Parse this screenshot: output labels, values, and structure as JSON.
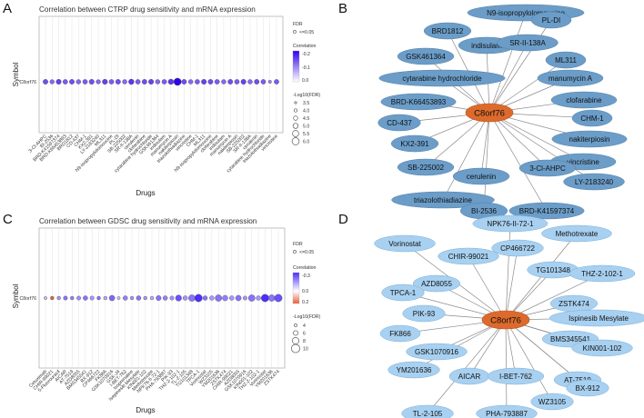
{
  "panels": {
    "A": {
      "label": "A",
      "title": "Correlation between CTRP drug sensitivity and mRNA expression",
      "xlabel": "Drugs",
      "ylabel": "Symbol",
      "symbol": "C8orf76",
      "legend": {
        "fdr_title": "FDR",
        "fdr_item": "<=0.05",
        "corr_title": "Correlation",
        "corr_ticks": [
          "-0.2",
          "-0.1",
          "0.0"
        ],
        "size_title": "-Log10(FDR)",
        "size_items": [
          "3.5",
          "4.0",
          "4.5",
          "5.0",
          "5.5",
          "6.0"
        ]
      },
      "colors": {
        "low": "#ffffff",
        "high": "#3300ee",
        "edge": "#555555"
      }
    },
    "B": {
      "label": "B",
      "hub": "C8orf76",
      "hub_color": "#dd6a2c",
      "node_color": "#6b9dc8"
    },
    "C": {
      "label": "C",
      "title": "Correlation between GDSC drug sensitivity and mRNA expression",
      "xlabel": "Drugs",
      "ylabel": "Symbol",
      "symbol": "C8orf76",
      "legend": {
        "fdr_title": "FDR",
        "fdr_item": "<=0.05",
        "corr_title": "Correlation",
        "corr_ticks": [
          "-0.3",
          "0.0",
          "0.2"
        ],
        "size_title": "-Log10(FDR)",
        "size_items": [
          "4",
          "6",
          "8",
          "10"
        ]
      },
      "colors": {
        "neg": "#4a2dff",
        "mid": "#ffffff",
        "pos": "#e8603a",
        "edge": "#555555"
      }
    },
    "D": {
      "label": "D",
      "hub": "C8orf76",
      "hub_color": "#dd6a2c",
      "node_color": "#a8d0f0"
    }
  },
  "chart_data": [
    {
      "type": "scatter",
      "panel": "A",
      "title": "Correlation between CTRP drug sensitivity and mRNA expression",
      "xlabel": "Drugs",
      "ylabel": "Symbol",
      "categories": [
        "3-Cl-AHPC",
        "BI-2536",
        "BRD-K41597374",
        "BRD-K66453893",
        "BRD1812",
        "CD-437",
        "CHM-1",
        "KX2-391",
        "LY-2183240",
        "ML311",
        "N9-isopropylolomoucine",
        "PL-DI",
        "SB-225002",
        "SR-II-138A",
        "cerulenin",
        "clofarabine",
        "cytarabine hydrochloride",
        "GSK461364",
        "indisulam",
        "manumycin A",
        "nakiterpiosin",
        "triazolothiadiazine",
        "vincristine",
        "CHM-1",
        "ML311",
        "N9-isopropylolomoucine",
        "clofarabine",
        "indisulam",
        "manumycin A",
        "nakiterpiosin",
        "SB-225002",
        "SR-II-138A",
        "cerulenin",
        "cytarabine hydrochloride",
        "triazolothiadiazine",
        "vincristine"
      ],
      "series": [
        {
          "correlation": [
            -0.14,
            -0.12,
            -0.15,
            -0.13,
            -0.14,
            -0.12,
            -0.13,
            -0.14,
            -0.12,
            -0.15,
            -0.13,
            -0.14,
            -0.12,
            -0.16,
            -0.13,
            -0.14,
            -0.15,
            -0.12,
            -0.13,
            -0.16,
            -0.2,
            -0.14,
            -0.12,
            -0.13,
            -0.15,
            -0.14,
            -0.13,
            -0.12,
            -0.14,
            -0.13,
            -0.15,
            -0.12,
            -0.14,
            -0.13,
            -0.1,
            -0.13
          ],
          "neg_log10_fdr": [
            4.5,
            4.2,
            4.6,
            4.4,
            4.5,
            4.3,
            4.4,
            4.6,
            4.2,
            4.7,
            4.4,
            4.5,
            4.3,
            4.8,
            4.4,
            4.5,
            4.6,
            4.3,
            4.4,
            4.8,
            6.0,
            4.5,
            4.3,
            4.4,
            4.6,
            4.5,
            4.4,
            4.3,
            4.5,
            4.4,
            4.6,
            4.3,
            4.5,
            4.4,
            3.5,
            4.4
          ]
        }
      ],
      "ylim_corr": [
        -0.2,
        0.0
      ]
    },
    {
      "type": "scatter",
      "panel": "C",
      "title": "Correlation between GDSC drug sensitivity and mRNA expression",
      "xlabel": "Drugs",
      "ylabel": "Symbol",
      "categories": [
        "Cetuximab",
        "CHIR-99021",
        "5-Fluorouracil",
        "AICAR",
        "AT-7519",
        "AZD8055",
        "BMS345541",
        "BX-912",
        "CP466722",
        "FK866",
        "GSK1070916",
        "GSK-J4",
        "I-BET-762",
        "Isoprenaline",
        "Isepinesib Mesylate",
        "KIN001-102",
        "Methotrexate",
        "NPK76-II-72-1",
        "PHA-793887",
        "PIK-93",
        "THZ-2-102-1",
        "TL-2-105",
        "TG101348",
        "TPCA-1",
        "Vorinostat",
        "WZ3105",
        "YM201636",
        "ZSTK474",
        "CHIR-99021",
        "AZD8055",
        "GSK1070916",
        "KIN001-102",
        "THZ-2-102-1",
        "Vorinostat",
        "YM201636",
        "ZSTK474"
      ],
      "series": [
        {
          "correlation": [
            -0.1,
            0.2,
            -0.15,
            -0.2,
            -0.18,
            -0.16,
            -0.2,
            -0.15,
            -0.2,
            -0.12,
            -0.22,
            -0.1,
            -0.18,
            -0.15,
            -0.2,
            -0.15,
            -0.12,
            -0.2,
            -0.18,
            -0.16,
            -0.25,
            -0.15,
            -0.2,
            -0.3,
            -0.2,
            -0.15,
            -0.2,
            -0.18,
            -0.15,
            -0.2,
            -0.15,
            -0.2,
            -0.15,
            -0.3,
            -0.2,
            -0.25
          ],
          "neg_log10_fdr": [
            4.5,
            5,
            5,
            5.5,
            5,
            5.5,
            6,
            5.5,
            5,
            5,
            7,
            4.5,
            6,
            5,
            6,
            5,
            5,
            6.5,
            6,
            5.5,
            7.5,
            6,
            8,
            9,
            6,
            6,
            8,
            7,
            6,
            7,
            5.5,
            8,
            6,
            9,
            8,
            9
          ]
        }
      ],
      "ylim_corr": [
        -0.3,
        0.2
      ]
    },
    {
      "type": "network",
      "panel": "B",
      "center": "C8orf76",
      "nodes": [
        "N9-isopropylolomoucine",
        "PL-DI",
        "BRD1812",
        "indisulam",
        "SR-II-138A",
        "ML311",
        "manumycin A",
        "GSK461364",
        "cytarabine hydrochloride",
        "clofarabine",
        "CHM-1",
        "BRD-K66453893",
        "nakiterpiosin",
        "CD-437",
        "vincristine",
        "KX2-391",
        "LY-2183240",
        "SB-225002",
        "cerulenin",
        "3-Cl-AHPC",
        "triazolothiadiazine",
        "BI-2536",
        "BRD-K41597374"
      ]
    },
    {
      "type": "network",
      "panel": "D",
      "center": "C8orf76",
      "nodes": [
        "NPK76-II-72-1",
        "Methotrexate",
        "Vorinostat",
        "CP466722",
        "CHIR-99021",
        "TG101348",
        "THZ-2-102-1",
        "AZD8055",
        "TPCA-1",
        "ZSTK474",
        "PIK-93",
        "Ispinesib Mesylate",
        "FK866",
        "BMS345541",
        "KIN001-102",
        "GSK1070916",
        "YM201636",
        "AICAR",
        "I-BET-762",
        "AT-7519",
        "BX-912",
        "WZ3105",
        "TL-2-105",
        "PHA-793887"
      ]
    }
  ]
}
